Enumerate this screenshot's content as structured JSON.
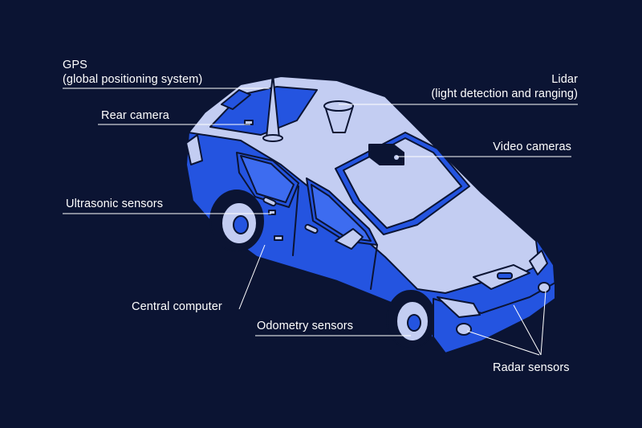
{
  "labels": {
    "gps_line1": "GPS",
    "gps_line2": "(global positioning system)",
    "lidar_line1": "Lidar",
    "lidar_line2": "(light detection and ranging)",
    "rear_camera": "Rear camera",
    "video_cameras": "Video cameras",
    "ultrasonic_sensors": "Ultrasonic sensors",
    "central_computer": "Central computer",
    "odometry_sensors": "Odometry sensors",
    "radar_sensors": "Radar sensors"
  },
  "colors": {
    "background": "#0b1433",
    "body_blue": "#2454e0",
    "body_light": "#c3cdf2",
    "outline": "#0b1433",
    "label_text": "#ffffff"
  }
}
